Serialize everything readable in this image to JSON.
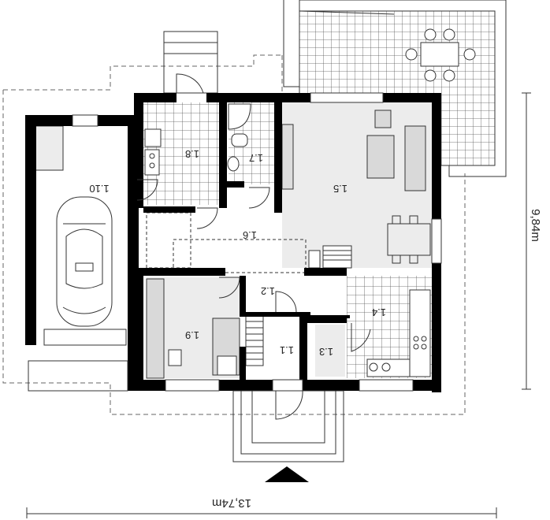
{
  "plan": {
    "rooms": [
      {
        "id": "1.1",
        "label": "1.1"
      },
      {
        "id": "1.2",
        "label": "1.2"
      },
      {
        "id": "1.3",
        "label": "1.3"
      },
      {
        "id": "1.4",
        "label": "1.4"
      },
      {
        "id": "1.5",
        "label": "1.5"
      },
      {
        "id": "1.6",
        "label": "1.6"
      },
      {
        "id": "1.7",
        "label": "1.7"
      },
      {
        "id": "1.8",
        "label": "1.8"
      },
      {
        "id": "1.9",
        "label": "1.9"
      },
      {
        "id": "1.10",
        "label": "1.10"
      }
    ],
    "dimensions": {
      "width": "13,74m",
      "depth": "9,84m"
    },
    "colors": {
      "wall": "#000000",
      "tile_line": "#555555",
      "room_fill": "#ececec",
      "dashed": "#666666"
    }
  }
}
